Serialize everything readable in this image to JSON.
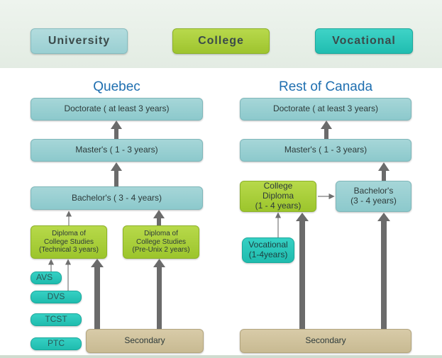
{
  "legend": {
    "university": {
      "label": "University",
      "color": "#a6d6d8"
    },
    "college": {
      "label": "College",
      "color": "#a8cf3a"
    },
    "vocational": {
      "label": "Vocational",
      "color": "#22c3b5"
    }
  },
  "quebec": {
    "title": "Quebec",
    "doctorate": "Doctorate ( at least 3 years)",
    "masters": "Master's ( 1 -  3 years)",
    "bachelors": "Bachelor's ( 3 -  4 years)",
    "diploma_technical": [
      "Diploma of",
      "College Studies",
      "(Technical  3 years)"
    ],
    "diploma_preuni": [
      "Diploma of",
      "College Studies",
      "(Pre-Unix 2 years)"
    ],
    "vocational": [
      "AVS",
      "DVS",
      "TCST",
      "PTC"
    ],
    "secondary": "Secondary"
  },
  "rest_of_canada": {
    "title": "Rest of Canada",
    "doctorate": "Doctorate ( at least 3 years)",
    "masters": "Master's ( 1 -  3 years)",
    "college_diploma": [
      "College",
      "Diploma",
      "(1 -  4 years)"
    ],
    "bachelors": [
      "Bachelor's",
      "(3 - 4 years)"
    ],
    "vocational": [
      "Vocational",
      "(1-4years)"
    ],
    "secondary": "Secondary"
  }
}
